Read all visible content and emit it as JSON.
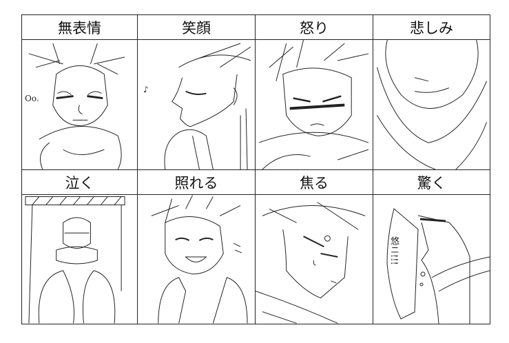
{
  "sheet": {
    "row1": [
      {
        "label": "無表情",
        "sfx": "Oo."
      },
      {
        "label": "笑顔",
        "sfx": "♪"
      },
      {
        "label": "怒り"
      },
      {
        "label": "悲しみ"
      }
    ],
    "row2": [
      {
        "label": "泣く"
      },
      {
        "label": "照れる"
      },
      {
        "label": "焦る"
      },
      {
        "label": "驚く",
        "sfx": "悠ニ!!!"
      }
    ]
  }
}
